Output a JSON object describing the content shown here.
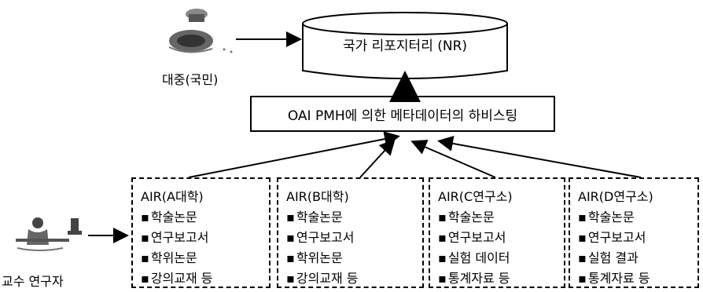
{
  "repository": {
    "label": "국가 리포지터리 (NR)"
  },
  "public": {
    "label": "대중(국민)"
  },
  "harvesting": {
    "label": "OAI  PMH에 의한 메타데이터의 하비스팅"
  },
  "professor": {
    "label": "교수 연구자"
  },
  "air_boxes": [
    {
      "title": "AIR(A대학)",
      "items": [
        "학술논문",
        "연구보고서",
        "학위논문",
        "강의교재 등"
      ]
    },
    {
      "title": "AIR(B대학)",
      "items": [
        "학술논문",
        "연구보고서",
        "학위논문",
        "강의교재 등"
      ]
    },
    {
      "title": "AIR(C연구소)",
      "items": [
        "학술논문",
        "연구보고서",
        "실험 데이터",
        "통계자료 등"
      ]
    },
    {
      "title": "AIR(D연구소)",
      "items": [
        "학술논문",
        "연구보고서",
        "실험 결과",
        "통계자료 등"
      ]
    }
  ]
}
